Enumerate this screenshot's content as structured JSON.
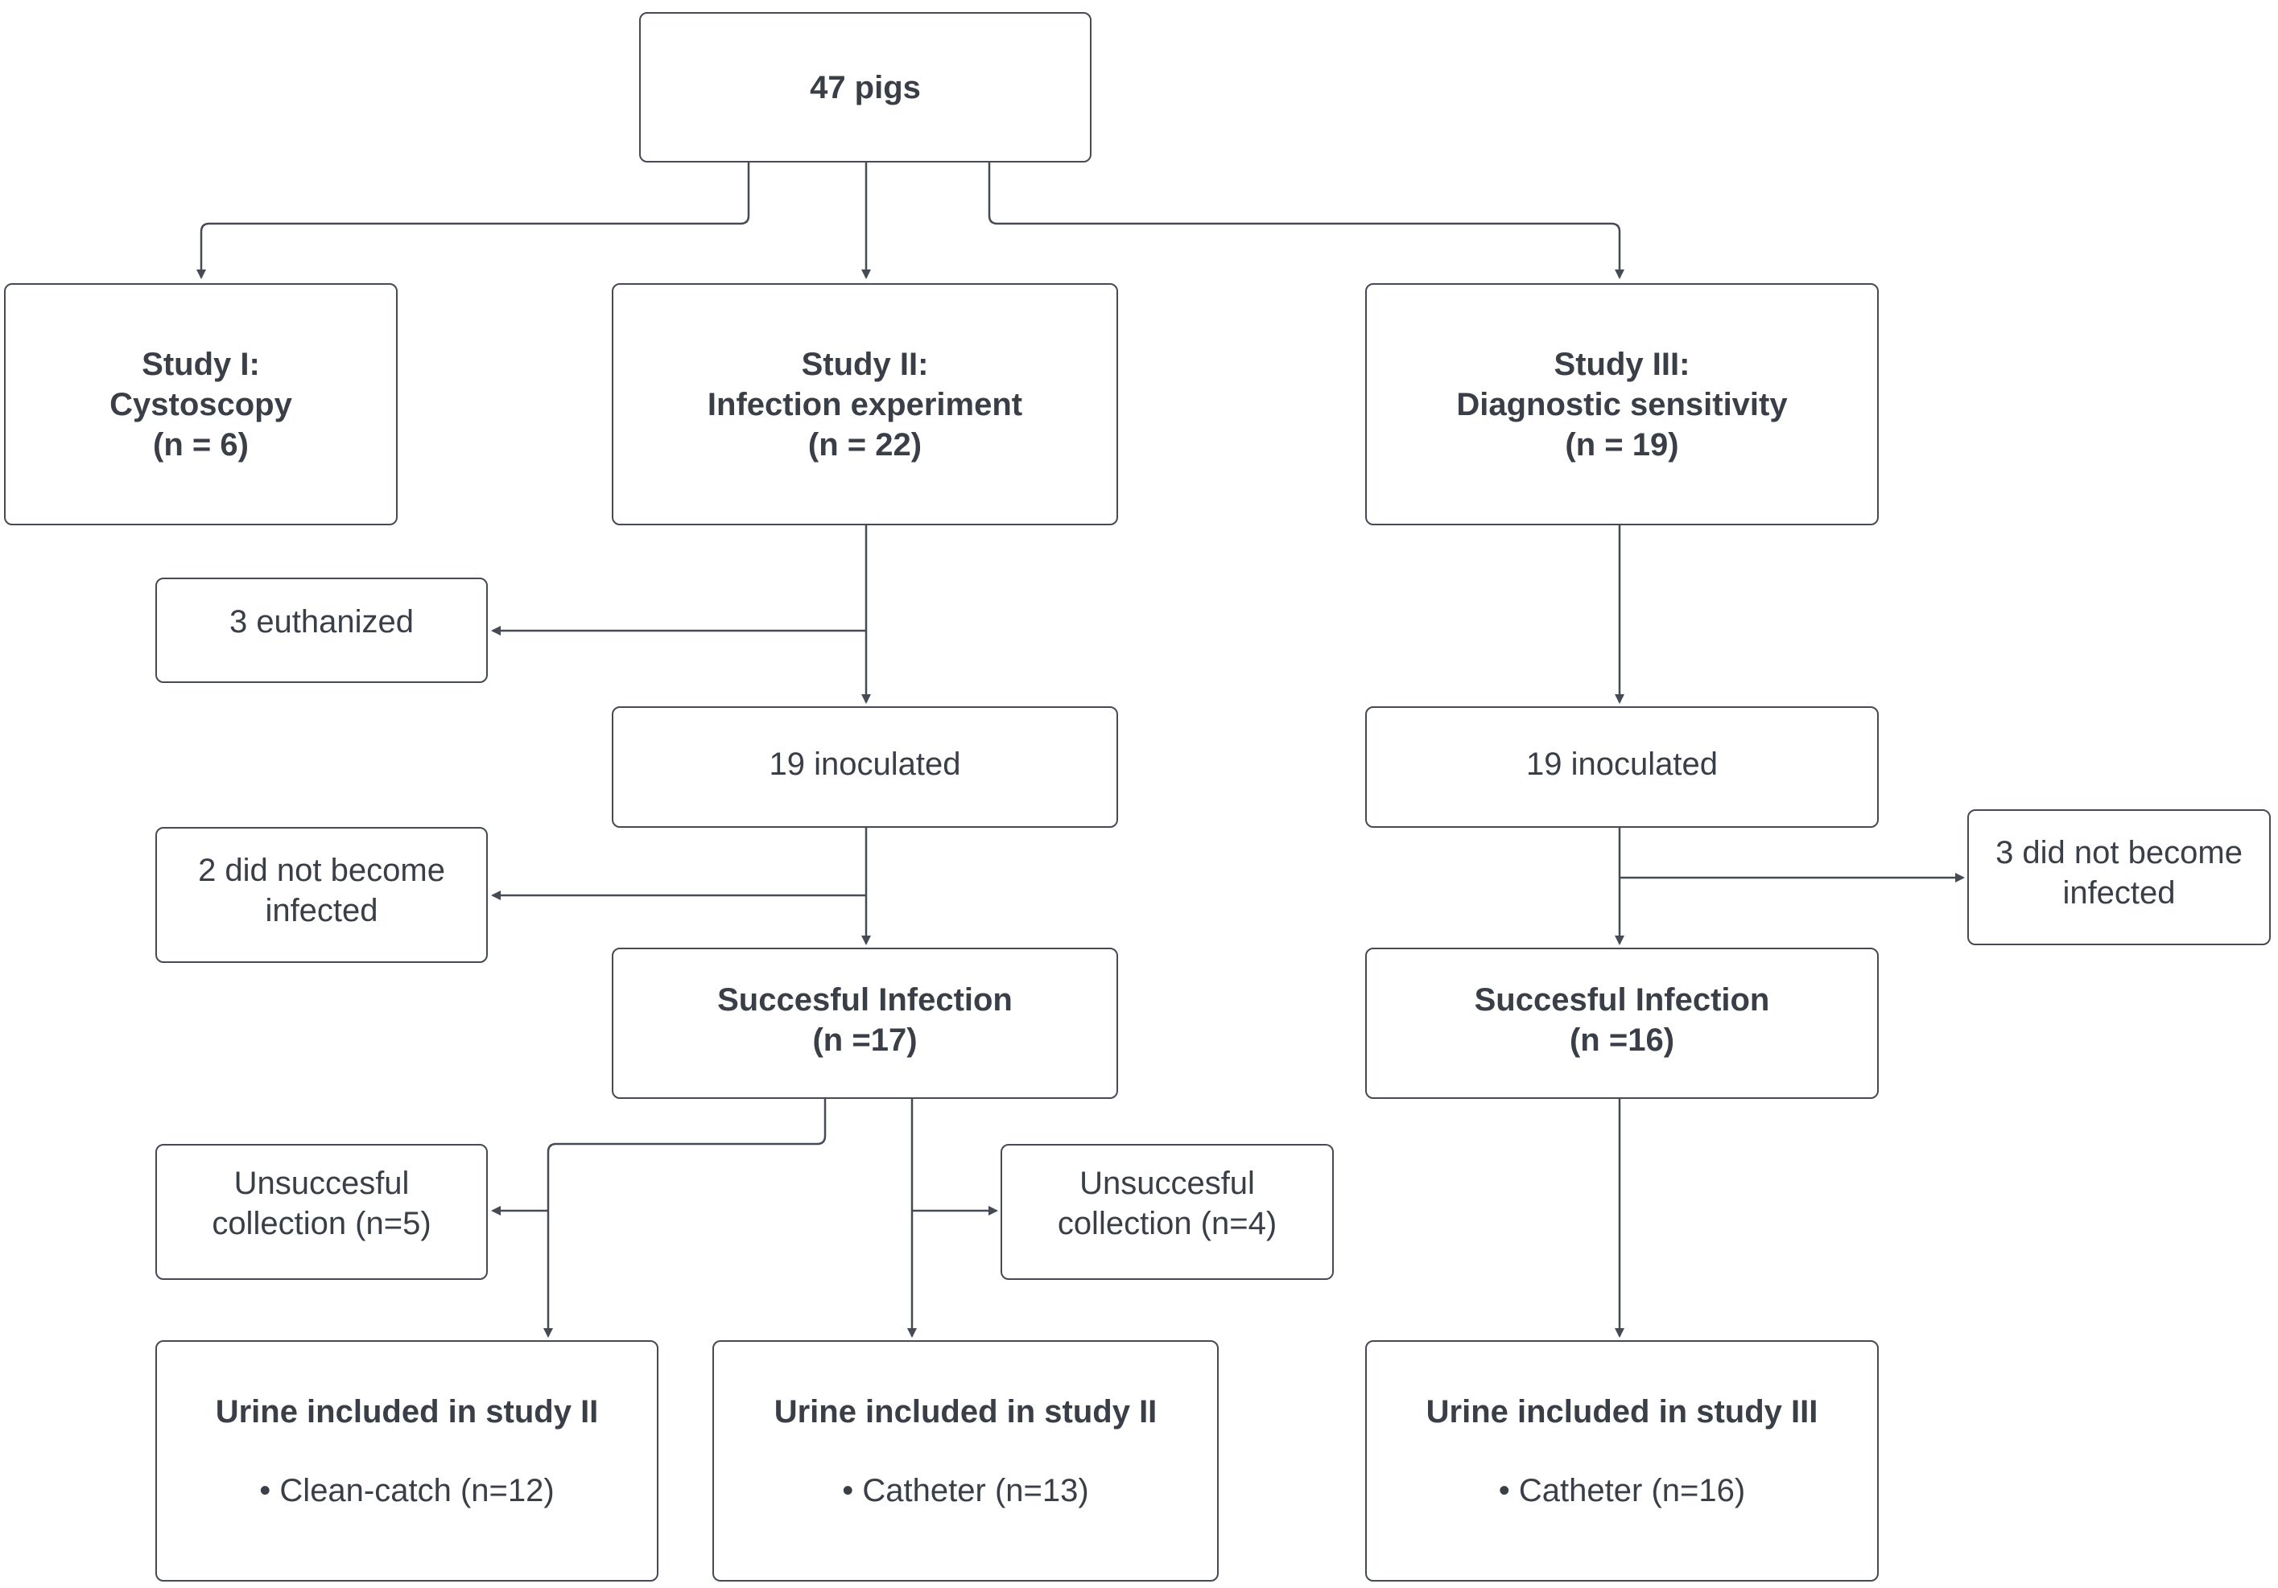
{
  "nodes": {
    "root": {
      "label": "47 pigs"
    },
    "study1": {
      "title": "Study I:",
      "subtitle": "Cystoscopy",
      "count": "(n = 6)"
    },
    "study2": {
      "title": "Study II:",
      "subtitle": "Infection experiment",
      "count": "(n = 22)"
    },
    "study3": {
      "title": "Study III:",
      "subtitle": "Diagnostic sensitivity",
      "count": "(n = 19)"
    },
    "euthanized": {
      "label": "3 euthanized"
    },
    "inoc2": {
      "label": "19 inoculated"
    },
    "inoc3": {
      "label": "19 inoculated"
    },
    "notinf2": {
      "line1": "2 did not become",
      "line2": "infected"
    },
    "notinf3": {
      "line1": "3 did not become",
      "line2": "infected"
    },
    "succ2": {
      "title": "Succesful Infection",
      "count": "(n =17)"
    },
    "succ3": {
      "title": "Succesful Infection",
      "count": "(n =16)"
    },
    "unsucc_a": {
      "line1": "Unsuccesful",
      "line2": "collection (n=5)"
    },
    "unsucc_b": {
      "line1": "Unsuccesful",
      "line2": "collection (n=4)"
    },
    "urine_a": {
      "title": "Urine included in study II",
      "item": "• Clean-catch (n=12)"
    },
    "urine_b": {
      "title": "Urine included in study II",
      "item": "• Catheter (n=13)"
    },
    "urine_c": {
      "title": "Urine included in study III",
      "item": "• Catheter (n=16)"
    }
  }
}
